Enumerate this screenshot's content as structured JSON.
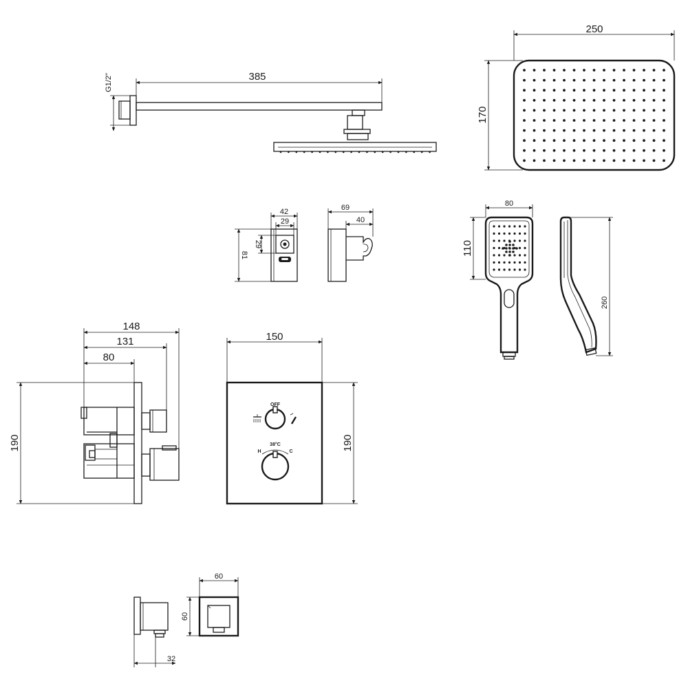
{
  "dimensions": {
    "arm_thread": "G1/2\"",
    "arm_length": "385",
    "head_width": "250",
    "head_depth": "170",
    "holder_w_total": "42",
    "holder_w_inner": "29",
    "holder_h_inner": "29",
    "holder_h_total": "81",
    "holder_side_total": "69",
    "holder_side_inner": "40",
    "hand_head_w": "80",
    "hand_head_h": "110",
    "hand_total_len": "260",
    "valve_d_total": "148",
    "valve_d_mid": "131",
    "valve_d_body": "80",
    "valve_plate_h": "190",
    "plate_w": "150",
    "plate_h": "190",
    "outlet_w": "60",
    "outlet_h": "60",
    "outlet_depth": "32"
  },
  "control_labels": {
    "off": "OFF",
    "temp": "38°C",
    "hot": "H",
    "cold": "C"
  },
  "icons": {
    "overhead": "rain-shower-icon",
    "hand": "hand-shower-icon"
  }
}
